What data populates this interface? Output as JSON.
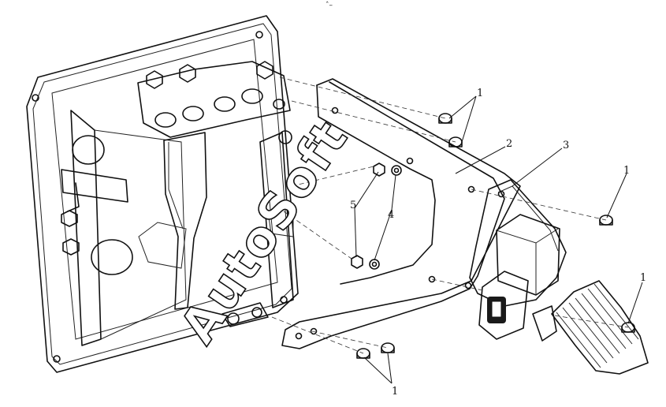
{
  "header_mark": "ˆ–",
  "watermark": "AutoSoft",
  "callouts": [
    {
      "id": "c1a",
      "label": "1"
    },
    {
      "id": "c2",
      "label": "2"
    },
    {
      "id": "c3",
      "label": "3"
    },
    {
      "id": "c1b",
      "label": "1"
    },
    {
      "id": "c1c",
      "label": "1"
    },
    {
      "id": "c1d",
      "label": "1"
    },
    {
      "id": "c4",
      "label": "4"
    },
    {
      "id": "c5",
      "label": "5"
    }
  ]
}
